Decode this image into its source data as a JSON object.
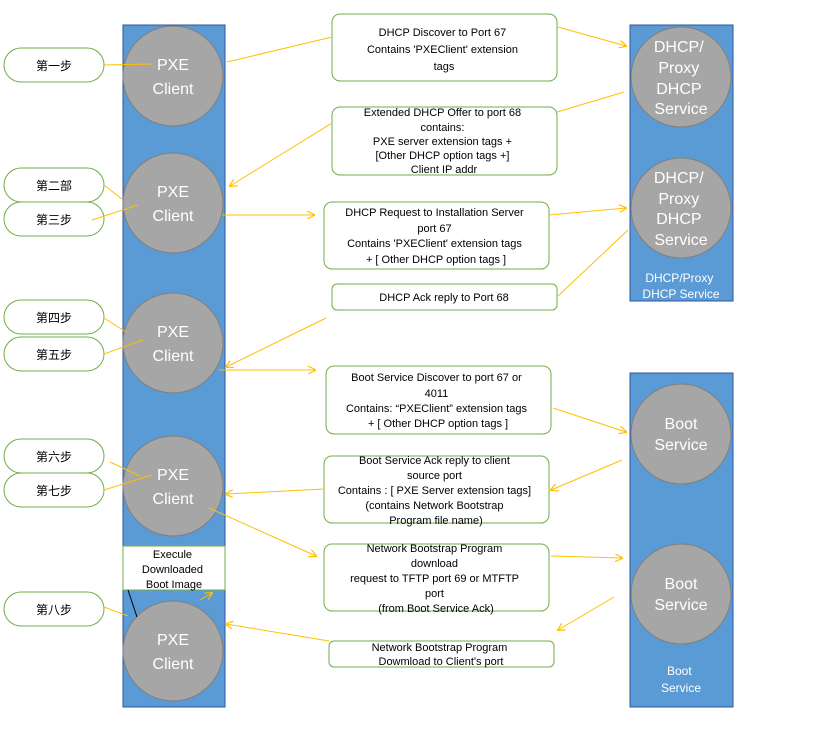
{
  "colors": {
    "lane_fill": "#5B9BD5",
    "lane_stroke": "#2F5597",
    "circle_fill": "#A6A6A6",
    "circle_stroke": "#7F7F7F",
    "box_stroke": "#70AD47",
    "arrow": "#FFC000"
  },
  "lanes": {
    "dhcp_label": [
      "DHCP/Proxy",
      "DHCP Service"
    ],
    "boot_label": [
      "Boot",
      "Service"
    ]
  },
  "pxe_clients": [
    [
      "PXE",
      "Client"
    ],
    [
      "PXE",
      "Client"
    ],
    [
      "PXE",
      "Client"
    ],
    [
      "PXE",
      "Client"
    ],
    [
      "PXE",
      "Client"
    ]
  ],
  "dhcp_services": [
    [
      "DHCP/",
      "Proxy",
      "DHCP",
      "Service"
    ],
    [
      "DHCP/",
      "Proxy",
      "DHCP",
      "Service"
    ]
  ],
  "boot_services": [
    [
      "Boot",
      "Service"
    ],
    [
      "Boot",
      "Service"
    ]
  ],
  "steps": [
    "第一步",
    "第二部",
    "第三步",
    "第四步",
    "第五步",
    "第六步",
    "第七步",
    "第八步"
  ],
  "messages": [
    [
      "DHCP Discover to Port 67",
      "Contains 'PXEClient' extension",
      "tags"
    ],
    [
      "Extended DHCP Offer to port 68",
      "contains:",
      "PXE server extension tags +",
      "[Other DHCP option tags +]",
      "Client IP addr"
    ],
    [
      "DHCP Request to Installation Server",
      "port 67",
      "Contains 'PXEClient' extension tags",
      "+ [ Other DHCP option tags ]"
    ],
    [
      "DHCP Ack reply to Port 68"
    ],
    [
      "Boot Service Discover to port 67 or",
      "4011",
      "Contains: “PXEClient” extension tags",
      "+ [ Other DHCP option tags ]"
    ],
    [
      "Boot Service Ack reply to client",
      "source port",
      "Contains : [ PXE Server extension tags]",
      "(contains Network Bootstrap",
      "Program file name)"
    ],
    [
      "Network Bootstrap Program",
      "download",
      "request to TFTP port 69 or MTFTP",
      "port",
      "(from Boot Service Ack)"
    ],
    [
      "Network Bootstrap Program",
      "Dowmload to Client's port"
    ]
  ],
  "execute_box": [
    "Execule",
    "Downloaded",
    "Boot Image"
  ]
}
